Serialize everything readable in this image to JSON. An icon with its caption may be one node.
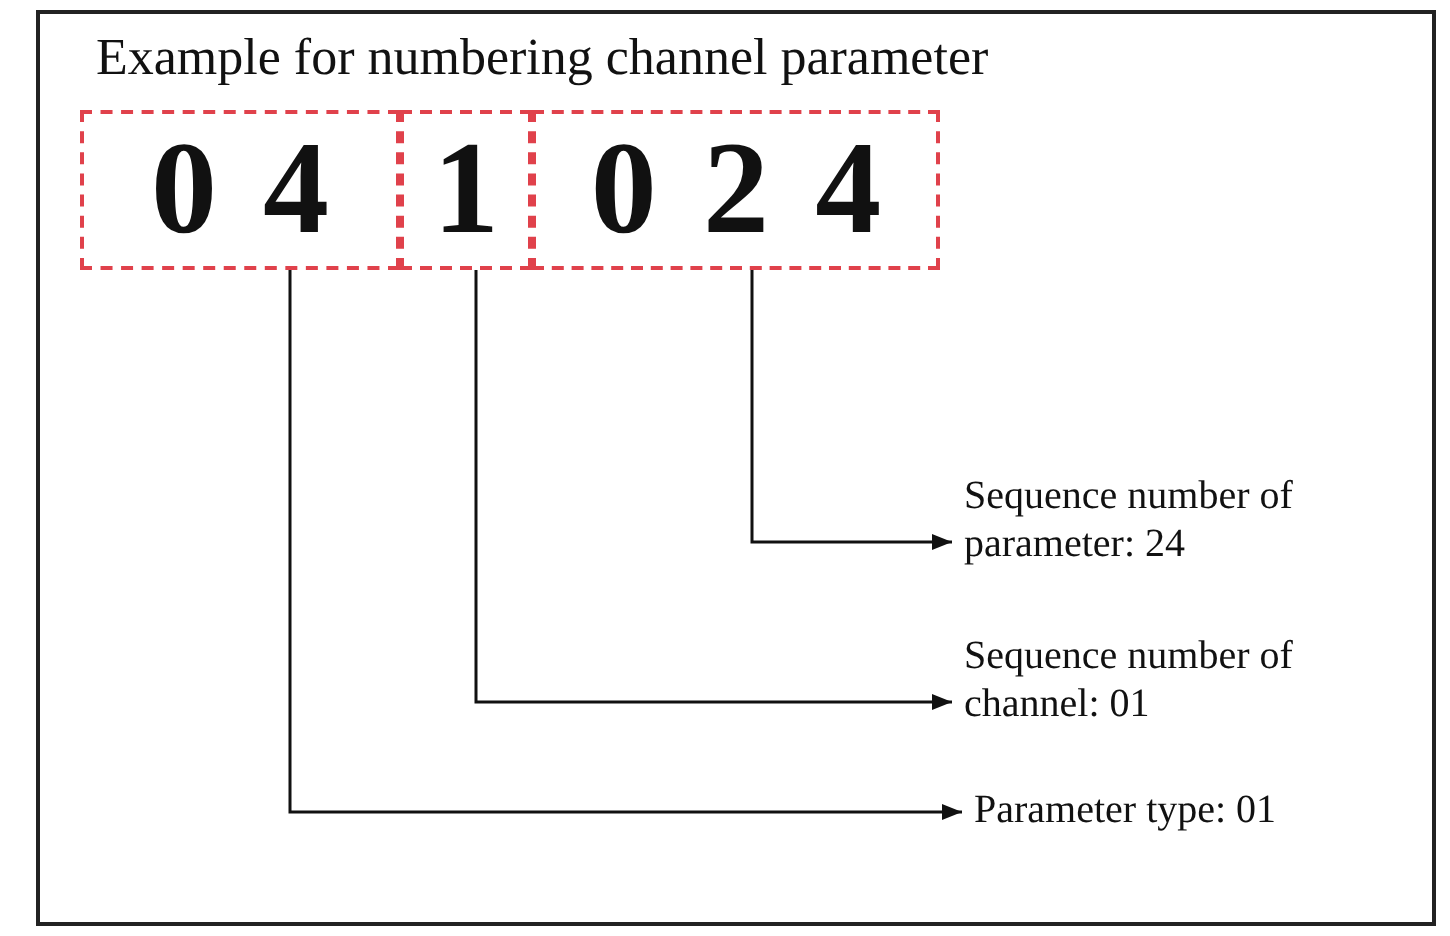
{
  "diagram": {
    "title": "Example for numbering channel parameter",
    "nodes": [
      {
        "text": [
          "04"
        ]
      },
      {
        "text": [
          "1"
        ]
      },
      {
        "text": [
          "024"
        ]
      },
      {
        "text": [
          "Sequence number of parameter: 24"
        ]
      },
      {
        "text": [
          "Sequence number of channel: 01"
        ]
      },
      {
        "text": [
          "Parameter type: 01"
        ]
      }
    ],
    "edges": [
      {
        "from": 2,
        "to": 3,
        "arrow": "to"
      },
      {
        "from": 1,
        "to": 4,
        "arrow": "to"
      },
      {
        "from": 0,
        "to": 5,
        "arrow": "to"
      }
    ]
  }
}
